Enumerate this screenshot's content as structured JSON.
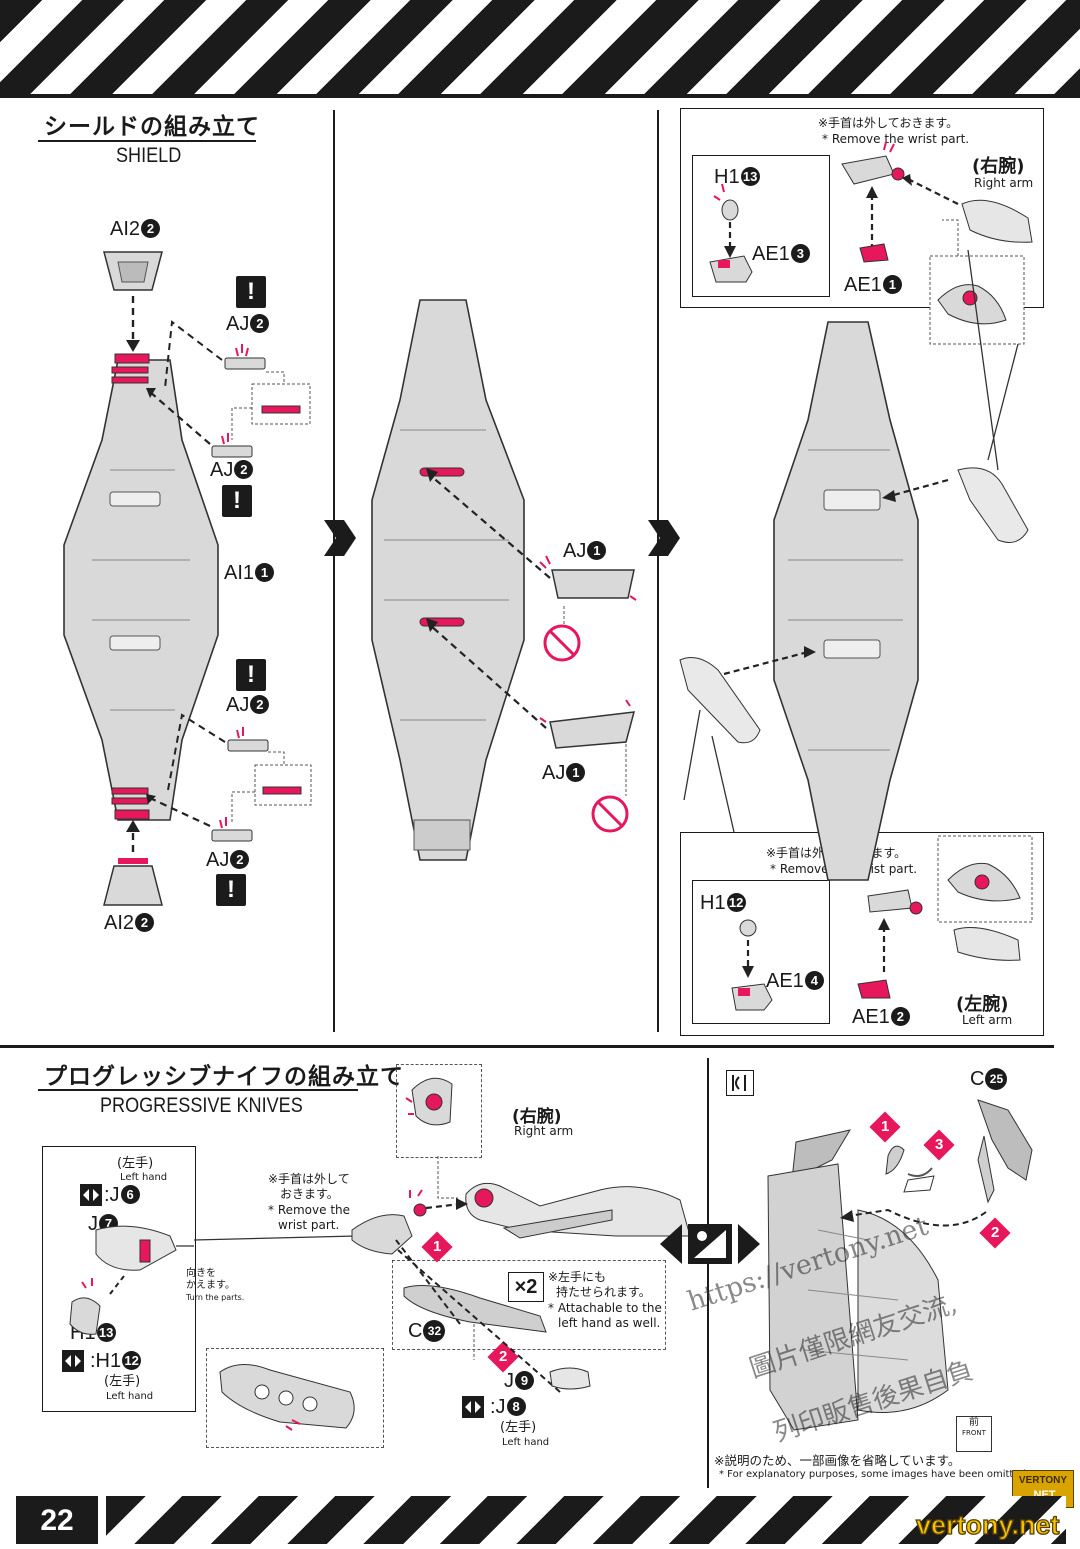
{
  "page_number": "22",
  "shield_section": {
    "title_jp": "シールドの組み立て",
    "title_en": "SHIELD"
  },
  "knives_section": {
    "title_jp": "プログレッシブナイフの組み立て",
    "title_en": "PROGRESSIVE KNIVES"
  },
  "panel1": {
    "ai2_top": "AI2",
    "ai2_top_num": "2",
    "aj2_a": "AJ",
    "aj2_a_num": "2",
    "aj2_b": "AJ",
    "aj2_b_num": "2",
    "ai1": "AI1",
    "ai1_num": "1",
    "aj2_c": "AJ",
    "aj2_c_num": "2",
    "aj2_d": "AJ",
    "aj2_d_num": "2",
    "ai2_bottom": "AI2",
    "ai2_bottom_num": "2",
    "warning_mark": "!"
  },
  "panel2": {
    "aj1_a": "AJ",
    "aj1_a_num": "1",
    "aj1_b": "AJ",
    "aj1_b_num": "1"
  },
  "panel3": {
    "top_note_jp": "※手首は外しておきます。",
    "top_note_en": "* Remove the wrist part.",
    "h1": "H1",
    "h1_num": "13",
    "ae1_a": "AE1",
    "ae1_a_num": "3",
    "ae1_b": "AE1",
    "ae1_b_num": "1",
    "right_arm_jp": "(右腕)",
    "right_arm_en": "Right arm",
    "bottom_note_jp": "※手首は外しておきます。",
    "bottom_note_en": "* Remove the wrist part.",
    "h1_b": "H1",
    "h1_b_num": "12",
    "ae1_c": "AE1",
    "ae1_c_num": "4",
    "ae1_d": "AE1",
    "ae1_d_num": "2",
    "left_arm_jp": "(左腕)",
    "left_arm_en": "Left arm"
  },
  "knives_left": {
    "left_hand_jp": "(左手)",
    "left_hand_en": "Left hand",
    "j6": ":J",
    "j6_num": "6",
    "j7": "J",
    "j7_num": "7",
    "turn_jp_1": "向きを",
    "turn_jp_2": "かえます。",
    "turn_en": "Turn the parts.",
    "h1": "H1",
    "h1_num": "13",
    "h1_alt": ":H1",
    "h1_alt_num": "12",
    "left_hand2_jp": "(左手)",
    "left_hand2_en": "Left hand"
  },
  "knives_mid": {
    "wrist_note_jp_1": "※手首は外して",
    "wrist_note_jp_2": "おきます。",
    "wrist_note_en_1": "* Remove the",
    "wrist_note_en_2": "wrist part.",
    "right_arm_jp": "(右腕)",
    "right_arm_en": "Right arm",
    "x2": "×2",
    "attach_jp_1": "※左手にも",
    "attach_jp_2": "持たせられます。",
    "attach_en_1": "* Attachable to the",
    "attach_en_2": "left hand as well.",
    "c32": "C",
    "c32_num": "32",
    "j9": "J",
    "j9_num": "9",
    "j8": ":J",
    "j8_num": "8",
    "left_hand_jp": "(左手)",
    "left_hand_en": "Left hand",
    "step1": "1",
    "step2": "2"
  },
  "knives_right": {
    "c25": "C",
    "c25_num": "25",
    "step1": "1",
    "step2": "2",
    "step3": "3",
    "front_jp": "前",
    "front_en": "FRONT",
    "footnote_jp": "※説明のため、一部画像を省略しています。",
    "footnote_en": "* For explanatory purposes, some images have been omitted."
  },
  "watermark": {
    "url": "https://vertony.net",
    "line2": "圖片僅限網友交流,",
    "line3": "列印販售後果自負",
    "badge_1": "VERTONY",
    "badge_2": ".NET",
    "site": "vertony.net"
  },
  "colors": {
    "accent": "#e6175a",
    "ink": "#1b1b1b",
    "part_gray": "#d9d9d9"
  }
}
